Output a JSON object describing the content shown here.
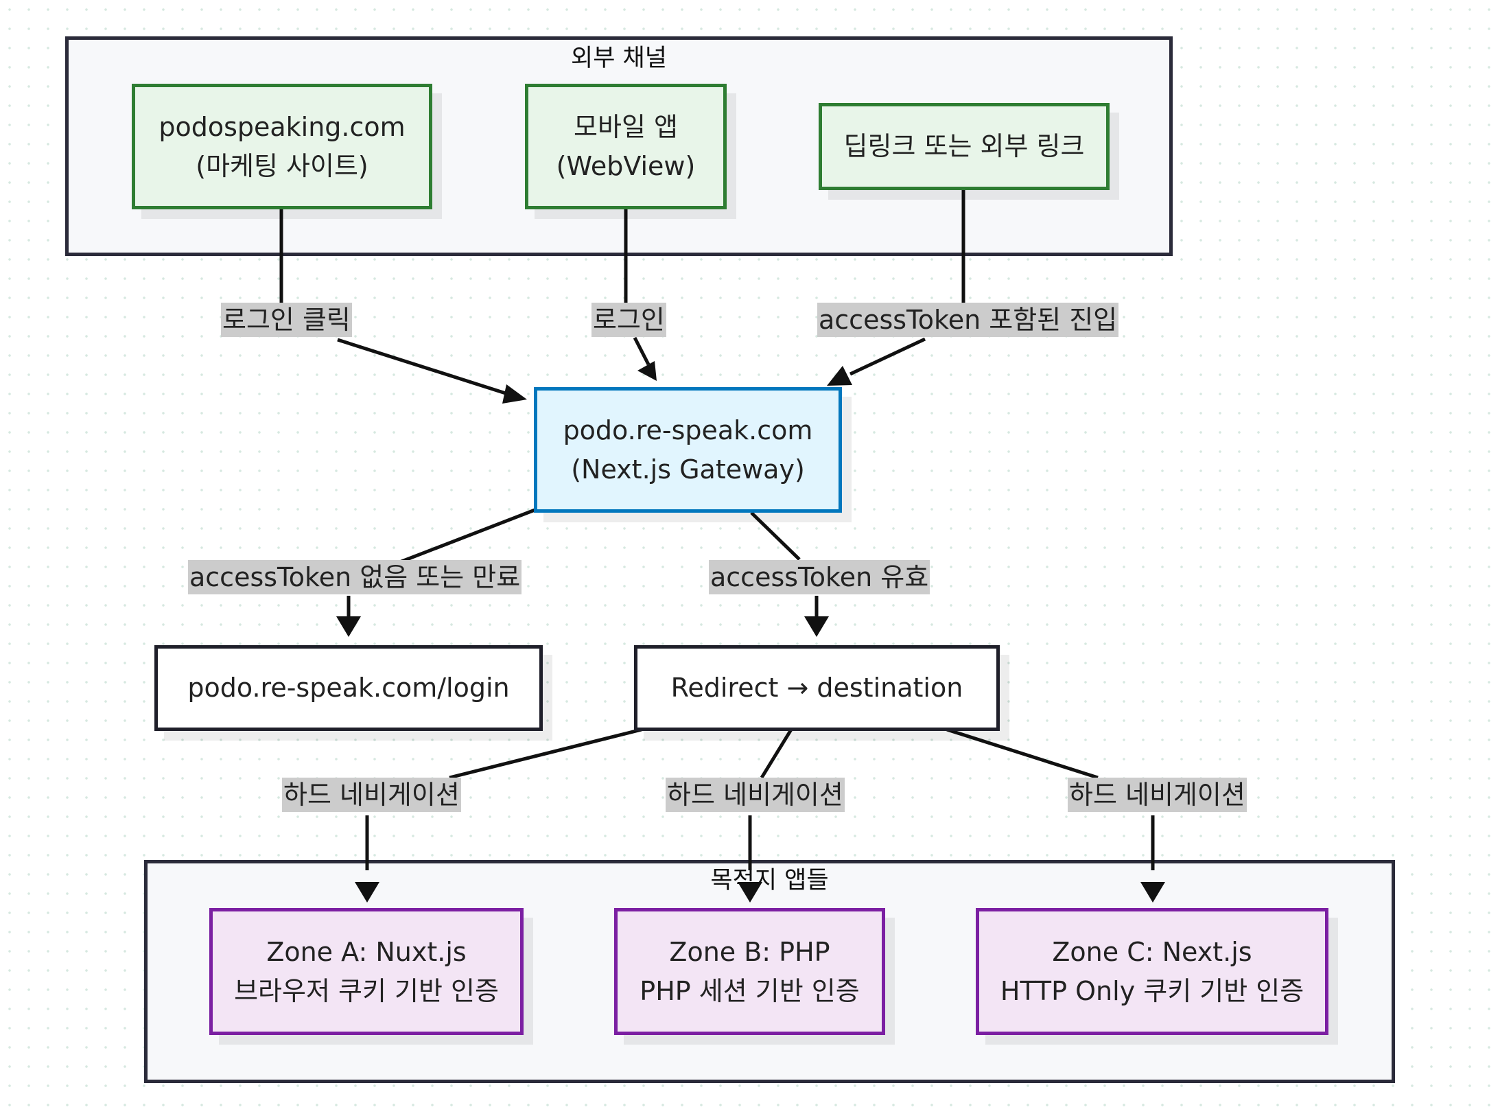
{
  "groups": {
    "external": {
      "title": "외부 채널"
    },
    "destinations": {
      "title": "목적지 앱들"
    }
  },
  "nodes": {
    "marketing": {
      "line1": "podospeaking.com",
      "line2": "(마케팅 사이트)"
    },
    "mobile": {
      "line1": "모바일 앱",
      "line2": "(WebView)"
    },
    "deeplink": {
      "line1": "딥링크 또는 외부 링크"
    },
    "gateway": {
      "line1": "podo.re-speak.com",
      "line2": "(Next.js Gateway)"
    },
    "login": {
      "line1": "podo.re-speak.com/login"
    },
    "redirect": {
      "line1": "Redirect → destination"
    },
    "zone_a": {
      "line1": "Zone A: Nuxt.js",
      "line2": "브라우저 쿠키 기반 인증"
    },
    "zone_b": {
      "line1": "Zone B: PHP",
      "line2": "PHP 세션 기반 인증"
    },
    "zone_c": {
      "line1": "Zone C: Next.js",
      "line2": "HTTP Only 쿠키 기반 인증"
    }
  },
  "edges": {
    "login_click": "로그인 클릭",
    "login": "로그인",
    "token_entry": "accessToken 포함된 진입",
    "token_missing": "accessToken 없음 또는 만료",
    "token_valid": "accessToken 유효",
    "hard_nav_a": "하드 네비게이션",
    "hard_nav_b": "하드 네비게이션",
    "hard_nav_c": "하드 네비게이션"
  }
}
